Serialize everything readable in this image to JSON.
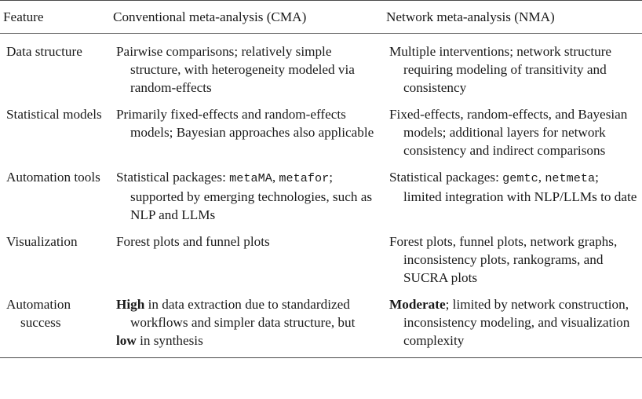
{
  "table": {
    "caption_visible": false,
    "columns": [
      {
        "key": "feature",
        "label": "Feature"
      },
      {
        "key": "cma",
        "label": "Conventional meta-analysis (CMA)"
      },
      {
        "key": "nma",
        "label": "Network meta-analysis (NMA)"
      }
    ],
    "rows": [
      {
        "feature": "Data structure",
        "cma": "Pairwise comparisons; relatively simple structure, with heterogeneity modeled via random-effects",
        "nma": "Multiple interventions; network structure requiring modeling of transitivity and consistency"
      },
      {
        "feature": "Statistical models",
        "cma": "Primarily fixed-effects and random-effects models; Bayesian approaches also applicable",
        "nma": "Fixed-effects, random-effects, and Bayesian models; additional layers for network consistency and indirect comparisons"
      },
      {
        "feature": "Automation tools",
        "cma_parts": [
          {
            "text": "Statistical packages: ",
            "style": "normal"
          },
          {
            "text": "metaMA",
            "style": "mono"
          },
          {
            "text": ", ",
            "style": "normal"
          },
          {
            "text": "metafor",
            "style": "mono"
          },
          {
            "text": "; supported by emerging technologies, such as NLP and LLMs",
            "style": "normal"
          }
        ],
        "nma_parts": [
          {
            "text": "Statistical packages: ",
            "style": "normal"
          },
          {
            "text": "gemtc",
            "style": "mono"
          },
          {
            "text": ", ",
            "style": "normal"
          },
          {
            "text": "netmeta",
            "style": "mono"
          },
          {
            "text": "; limited integration with NLP/LLMs to date",
            "style": "normal"
          }
        ]
      },
      {
        "feature": "Visualization",
        "cma": "Forest plots and funnel plots",
        "nma": "Forest plots, funnel plots, network graphs, inconsistency plots, rankograms, and SUCRA plots"
      },
      {
        "feature": "Automation success",
        "cma_parts": [
          {
            "text": "High",
            "style": "bold"
          },
          {
            "text": " in data extraction due to standardized workflows and simpler data structure, but",
            "style": "normal"
          }
        ],
        "cma_parts_2": [
          {
            "text": "low",
            "style": "bold"
          },
          {
            "text": " in synthesis",
            "style": "normal"
          }
        ],
        "nma_parts": [
          {
            "text": "Moderate",
            "style": "bold"
          },
          {
            "text": "; limited by network construction, inconsistency modeling, and visualization complexity",
            "style": "normal"
          }
        ]
      }
    ]
  },
  "style": {
    "rule_color": "#4a4a4a",
    "text_color": "#1a1a1a",
    "background": "#ffffff"
  }
}
